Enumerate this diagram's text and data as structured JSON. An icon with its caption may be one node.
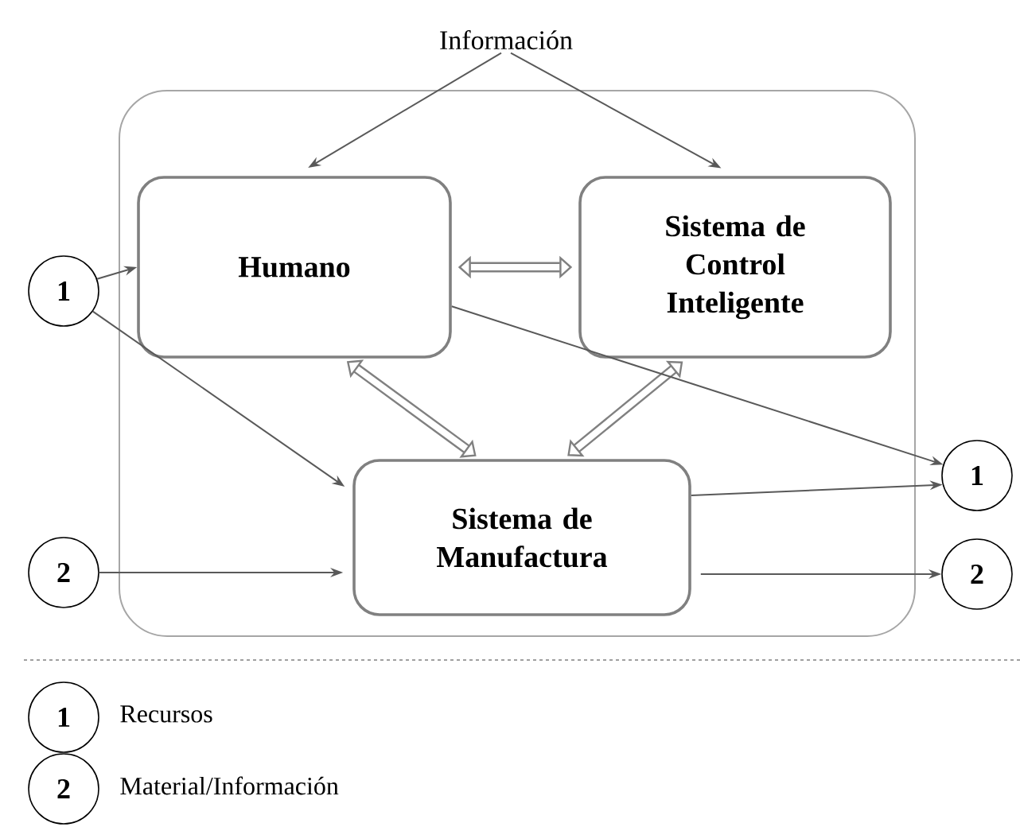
{
  "diagram": {
    "nodes": [
      {
        "text": [
          "Información"
        ]
      },
      {
        "text": [],
        "shape": "box"
      },
      {
        "text": [
          "Humano"
        ],
        "in": 1
      },
      {
        "text": [
          "Sistema de Control Inteligente"
        ],
        "in": 1
      },
      {
        "text": [
          "Sistema de Manufactura"
        ],
        "in": 1
      },
      {
        "text": [
          "1"
        ]
      },
      {
        "text": [
          "2"
        ]
      },
      {
        "text": [
          "1"
        ]
      },
      {
        "text": [
          "2"
        ]
      },
      {
        "text": [
          "1"
        ],
        "beside": [
          "Recursos"
        ]
      },
      {
        "text": [
          "2"
        ],
        "beside": [
          "Material/Información"
        ]
      }
    ],
    "edges": [
      {
        "from": 0,
        "to": 2,
        "arrow": "to"
      },
      {
        "from": 0,
        "to": 3,
        "arrow": "to"
      },
      {
        "from": 5,
        "to": 2,
        "arrow": "to"
      },
      {
        "from": 5,
        "to": 4,
        "arrow": "to"
      },
      {
        "from": 6,
        "to": 4,
        "arrow": "to"
      },
      {
        "from": 2,
        "to": 3,
        "arrow": "both",
        "style": "thick",
        "color": "#808080"
      },
      {
        "from": 2,
        "to": 4,
        "arrow": "both",
        "style": "thick",
        "color": "#808080"
      },
      {
        "from": 3,
        "to": 4,
        "arrow": "both",
        "style": "thick",
        "color": "#808080"
      },
      {
        "from": 2,
        "to": 7,
        "arrow": "to"
      },
      {
        "from": 4,
        "to": 7,
        "arrow": "to"
      },
      {
        "from": 4,
        "to": 8,
        "arrow": "to"
      }
    ]
  }
}
